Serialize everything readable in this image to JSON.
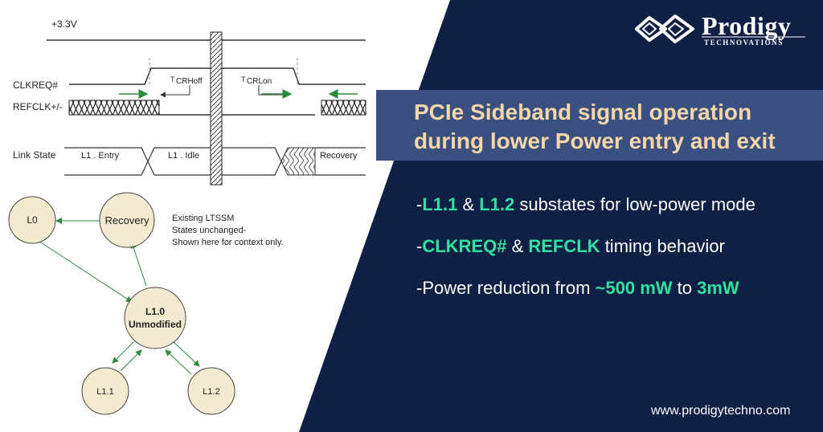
{
  "timing": {
    "supply": "+3.3V",
    "clkreq": "CLKREQ#",
    "refclk": "REFCLK+/-",
    "link_state": "Link State",
    "t_crhoff_main": "T",
    "t_crhoff_sub": "CRHoff",
    "t_crlon_main": "T",
    "t_crlon_sub": "CRLon",
    "states": [
      "L1 . Entry",
      "L1 . Idle",
      "Recovery"
    ]
  },
  "ltssm": {
    "nodes": {
      "l0": "L0",
      "recovery": "Recovery",
      "l10_line1": "L1.0",
      "l10_line2": "Unmodified",
      "l11": "L1.1",
      "l12": "L1.2"
    },
    "note": [
      "Existing LTSSM",
      "States unchanged-",
      "Shown here for context only."
    ]
  },
  "brand": {
    "name": "Prodigy",
    "tagline": "TECHNOVATIONS"
  },
  "title": {
    "line1": "PCIe Sideband signal operation",
    "line2": "during lower Power entry and exit"
  },
  "bullets": {
    "b1": {
      "dash": "-",
      "h1": "L1.1",
      "mid": " & ",
      "h2": "L1.2",
      "rest": " substates for low-power mode"
    },
    "b2": {
      "dash": "-",
      "h1": "CLKREQ#",
      "mid": " & ",
      "h2": "REFCLK",
      "rest": " timing behavior"
    },
    "b3": {
      "pre": "-Power reduction from ",
      "h1": "~500 mW",
      "mid": " to ",
      "h2": "3mW"
    }
  },
  "footer": "www.prodigytechno.com",
  "colors": {
    "navy": "#0e2044",
    "banner": "#3a5080",
    "title_text": "#f5d6a8",
    "highlight": "#34e0a1",
    "arrow_green": "#2d8a3e",
    "node_fill": "#f3ead0"
  }
}
